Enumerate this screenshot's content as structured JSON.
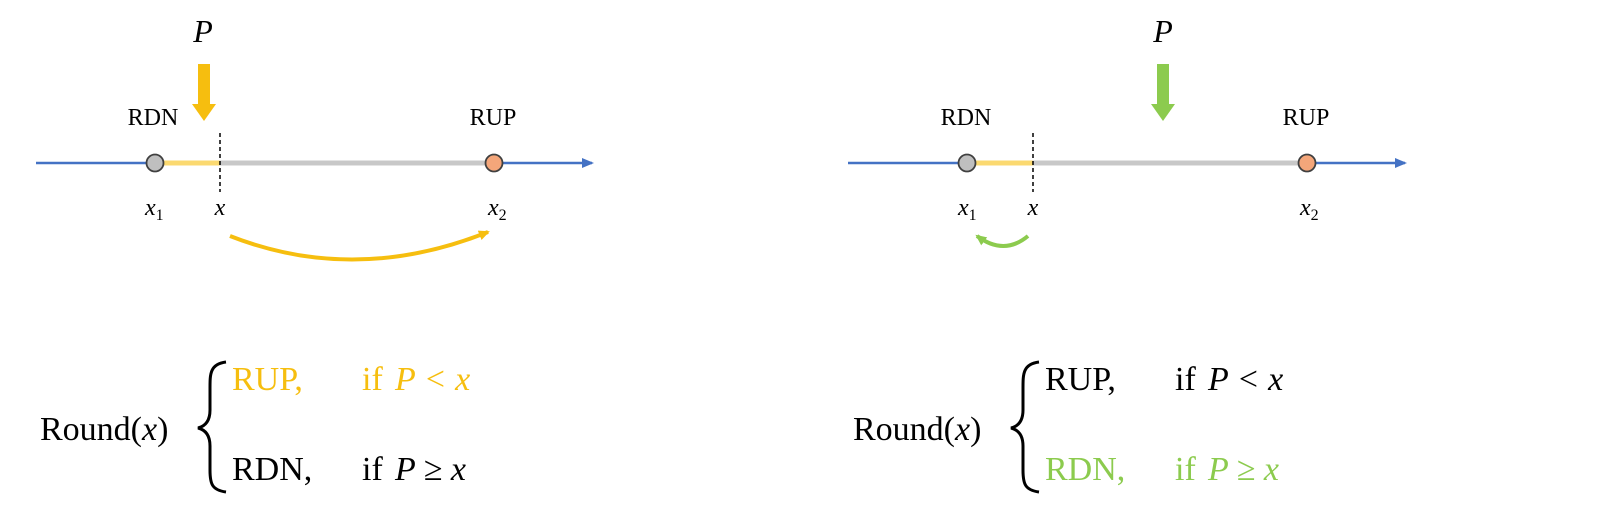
{
  "colors": {
    "yellow": "#F6BE0F",
    "green": "#8CCB4E",
    "axis_blue": "#4472C4",
    "gray_segment": "#C8C8C8",
    "light_yellow_segment": "#FBD970",
    "point_gray": "#BFBFBF",
    "point_orange": "#F4A67A"
  },
  "panels": [
    {
      "p_label": "P",
      "rdn_label": "RDN",
      "rup_label": "RUP",
      "x1_label": "x",
      "x1_sub": "1",
      "x_label": "x",
      "x2_label": "x",
      "x2_sub": "2",
      "round_label": "Round(",
      "round_var": "x",
      "round_close": ")",
      "case1_label": "RUP,",
      "case1_if": "if",
      "case1_cond": "P < x",
      "case2_label": "RDN,",
      "case2_if": "if",
      "case2_cond": "P ≥ x",
      "highlight_color": "yellow",
      "highlighted_case": 1
    },
    {
      "p_label": "P",
      "rdn_label": "RDN",
      "rup_label": "RUP",
      "x1_label": "x",
      "x1_sub": "1",
      "x_label": "x",
      "x2_label": "x",
      "x2_sub": "2",
      "round_label": "Round(",
      "round_var": "x",
      "round_close": ")",
      "case1_label": "RUP,",
      "case1_if": "if",
      "case1_cond": "P < x",
      "case2_label": "RDN,",
      "case2_if": "if",
      "case2_cond": "P ≥ x",
      "highlight_color": "green",
      "highlighted_case": 2
    }
  ]
}
